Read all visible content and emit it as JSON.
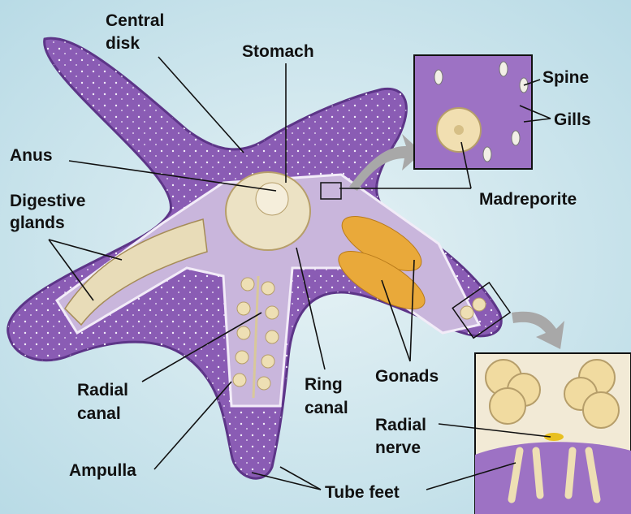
{
  "labels": {
    "central_disk": [
      "Central",
      "disk"
    ],
    "stomach": "Stomach",
    "spine": "Spine",
    "gills": "Gills",
    "anus": "Anus",
    "madreporite": "Madreporite",
    "digestive_glands": [
      "Digestive",
      "glands"
    ],
    "radial_canal": [
      "Radial",
      "canal"
    ],
    "ring_canal": [
      "Ring",
      "canal"
    ],
    "gonads": "Gonads",
    "radial_nerve": [
      "Radial",
      "nerve"
    ],
    "ampulla": "Ampulla",
    "tube_feet": "Tube feet"
  },
  "colors": {
    "background": "#d3e8ef",
    "body": "#8a5cb4",
    "body_dark": "#6a3f98",
    "interior": "#c9b6dc",
    "gland": "#e8dcb8",
    "gonad": "#e9a93a",
    "arrow": "#a8a8a8"
  }
}
